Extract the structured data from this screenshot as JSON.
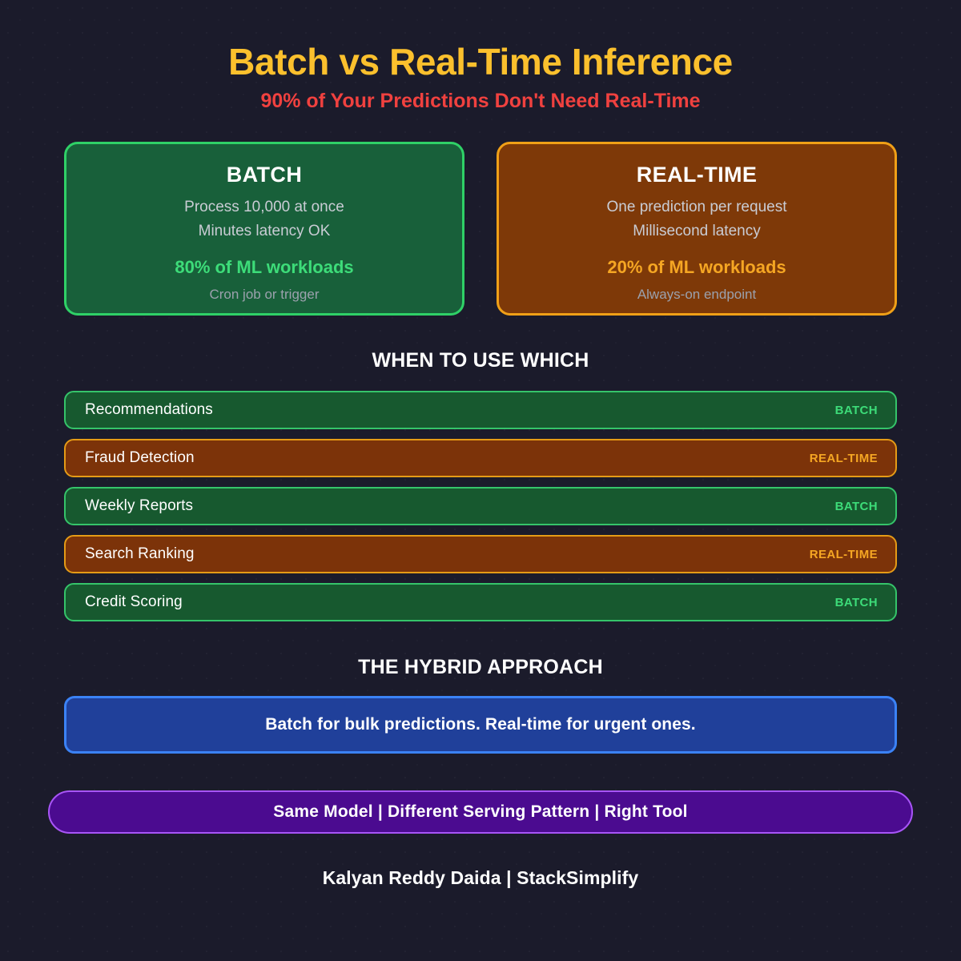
{
  "header": {
    "title": "Batch vs Real-Time Inference",
    "subtitle": "90% of Your Predictions Don't Need Real-Time"
  },
  "cards": [
    {
      "id": "batch",
      "title": "BATCH",
      "line1": "Process 10,000 at once",
      "line2": "Minutes latency OK",
      "highlight": "80% of ML workloads",
      "sub": "Cron job or trigger",
      "fill": "#18603a",
      "border": "#2fd167",
      "accent": "#3ddc79"
    },
    {
      "id": "realtime",
      "title": "REAL-TIME",
      "line1": "One prediction per request",
      "line2": "Millisecond latency",
      "highlight": "20% of ML workloads",
      "sub": "Always-on endpoint",
      "fill": "#7e3908",
      "border": "#f0a017",
      "accent": "#f5a623"
    }
  ],
  "when_section": {
    "heading": "WHEN TO USE WHICH",
    "rows": [
      {
        "label": "Recommendations",
        "tag": "BATCH",
        "mode": "batch"
      },
      {
        "label": "Fraud Detection",
        "tag": "REAL-TIME",
        "mode": "realtime"
      },
      {
        "label": "Weekly Reports",
        "tag": "BATCH",
        "mode": "batch"
      },
      {
        "label": "Search Ranking",
        "tag": "REAL-TIME",
        "mode": "realtime"
      },
      {
        "label": "Credit Scoring",
        "tag": "BATCH",
        "mode": "batch"
      }
    ]
  },
  "hybrid_section": {
    "heading": "THE HYBRID APPROACH",
    "text": "Batch for bulk predictions. Real-time for urgent ones.",
    "fill": "#20409a",
    "border": "#3b82f6"
  },
  "pill": {
    "text": "Same Model  |  Different Serving Pattern  |  Right Tool",
    "fill": "#4b0b90",
    "border": "#a855f7"
  },
  "footer": {
    "text": "Kalyan Reddy Daida  |  StackSimplify"
  },
  "theme": {
    "background": "#1b1b2b",
    "title_color": "#fbc02d",
    "subtitle_color": "#f0413f",
    "text_color": "#ffffff"
  }
}
